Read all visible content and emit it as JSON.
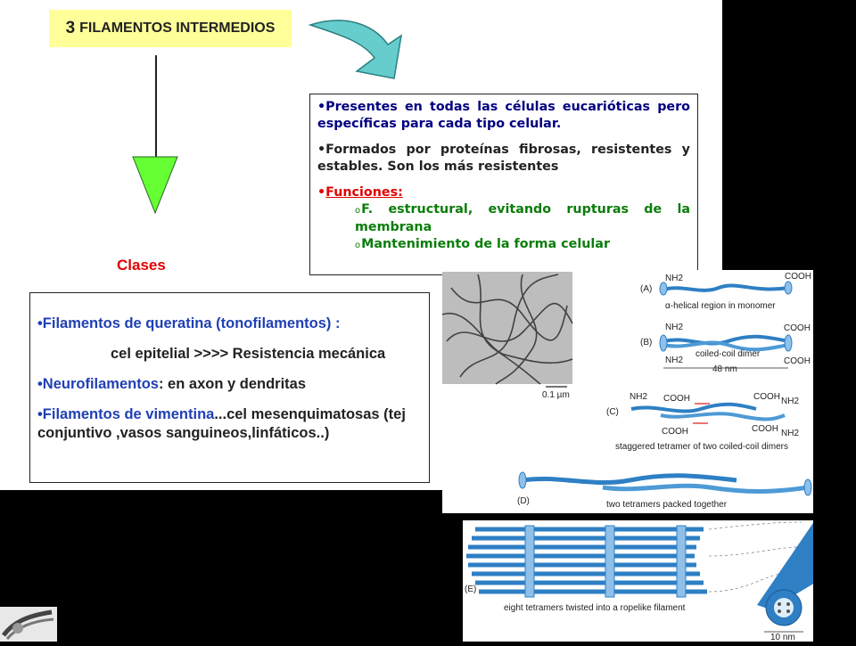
{
  "title": {
    "number": "3",
    "text": "FILAMENTOS INTERMEDIOS"
  },
  "clases_label": "Clases",
  "info": {
    "p1": "•Presentes en todas las células eucarióticas pero específicas para cada tipo celular.",
    "p2": "•Formados por proteínas fibrosas, resistentes y estables. Son los más resistentes",
    "funciones_bullet": "•",
    "funciones_label": "Funciones:",
    "f1": "F. estructural, evitando rupturas de la membrana",
    "f2": "Mantenimiento de la forma celular",
    "sub_bullet": "o"
  },
  "clases_list": {
    "item1": "•Filamentos de queratina (tonofilamentos) :",
    "item1_detail": "cel epitelial  >>>>  Resistencia mecánica",
    "item2_main": "•Neurofilamentos",
    "item2_rest": ": en axon y dendritas",
    "item3_main": "•Filamentos de vimentina",
    "item3_rest": "...cel mesenquimatosas (tej conjuntivo ,vasos sanguineos,linfáticos..)"
  },
  "figure": {
    "scale_bar": "0.1 µm",
    "panel_a": "(A)",
    "panel_b": "(B)",
    "panel_c": "(C)",
    "panel_d": "(D)",
    "panel_e": "(E)",
    "nh2": "NH2",
    "cooh": "COOH",
    "caption_a": "α-helical region in monomer",
    "caption_b": "coiled-coil dimer",
    "length_b": "48 nm",
    "caption_c": "staggered tetramer of two coiled-coil dimers",
    "caption_d": "two tetramers packed together",
    "caption_e": "eight tetramers twisted into a ropelike filament",
    "diameter_e": "10 nm"
  },
  "colors": {
    "title_bg": "#ffff99",
    "arrow_green": "#66ff33",
    "curved_arrow": "#66cccc",
    "red": "#e00000",
    "navy": "#000080",
    "green_text": "#0a7d0a",
    "blue_text": "#1f3fb5",
    "fiber_blue": "#2e7fc4"
  }
}
